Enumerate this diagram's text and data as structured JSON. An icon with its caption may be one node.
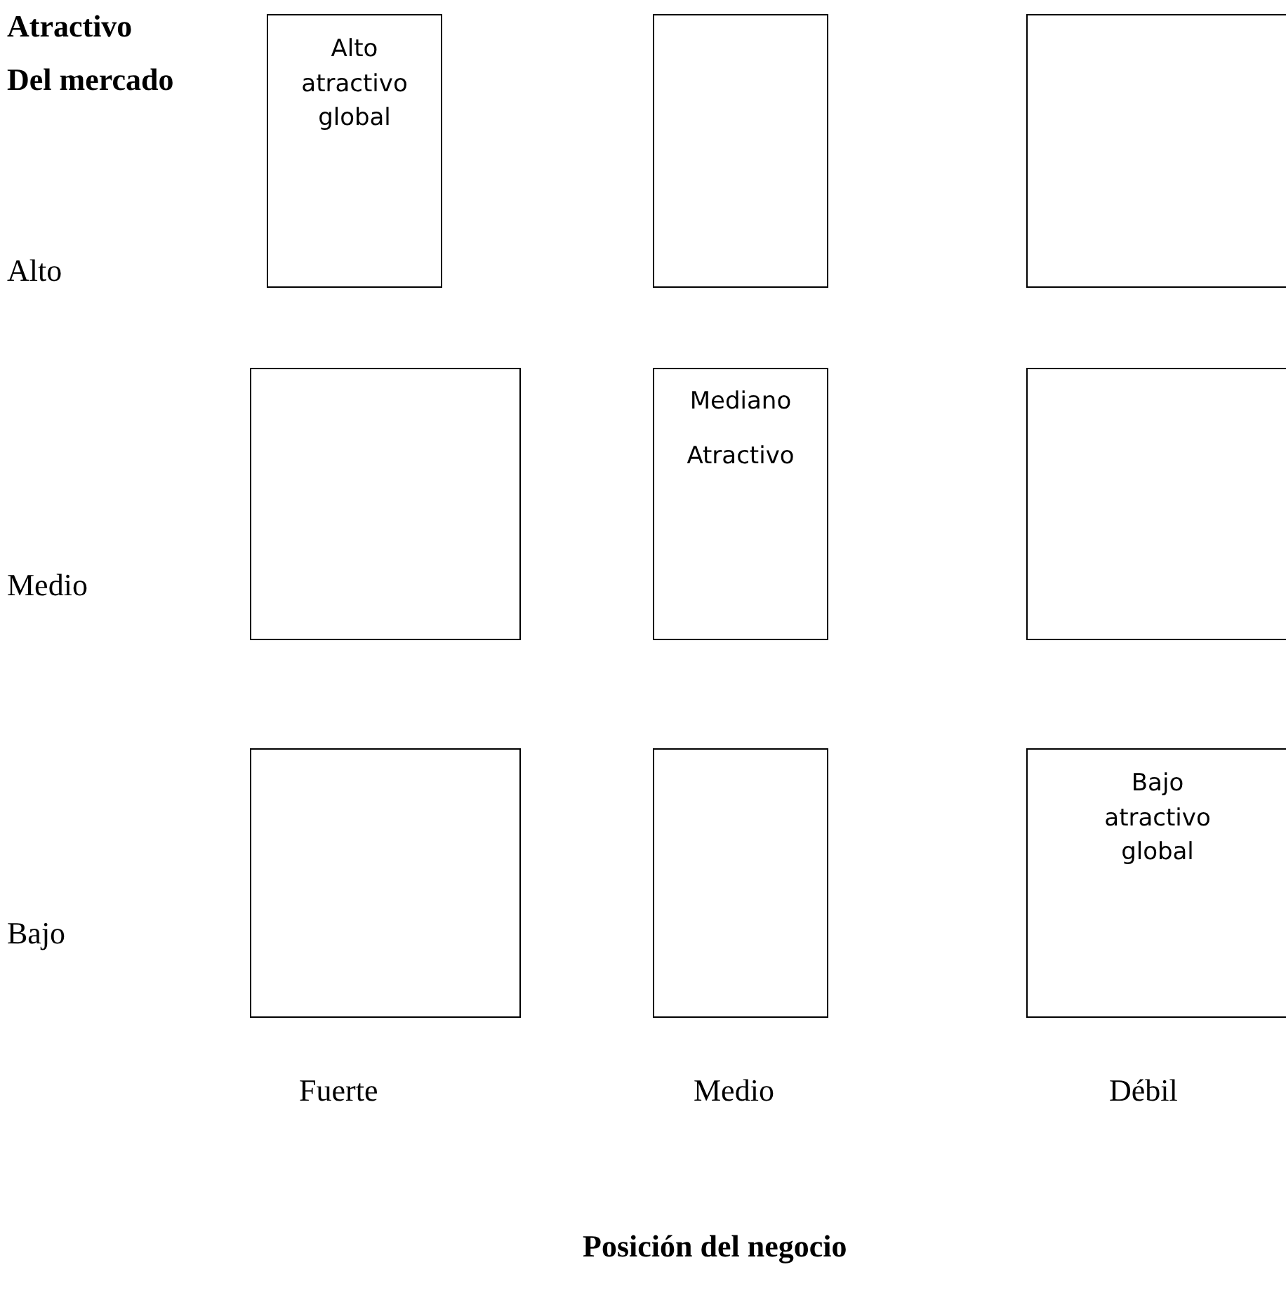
{
  "diagram": {
    "nodes": [
      {
        "text": [
          "Alto atractivo global"
        ]
      },
      {
        "text": [],
        "shape": "box"
      },
      {
        "text": [],
        "shape": "box"
      },
      {
        "text": [],
        "shape": "box"
      },
      {
        "text": [
          "Mediano Atractivo"
        ]
      },
      {
        "text": [],
        "shape": "box"
      },
      {
        "text": [],
        "shape": "box"
      },
      {
        "text": [],
        "shape": "box"
      },
      {
        "text": [
          "Bajo atractivo global"
        ]
      }
    ],
    "labels": [
      "Atractivo",
      "Del mercado",
      "Alto",
      "Medio",
      "Bajo",
      "Fuerte",
      "Medio",
      "Débil",
      "Posición del negocio"
    ]
  }
}
